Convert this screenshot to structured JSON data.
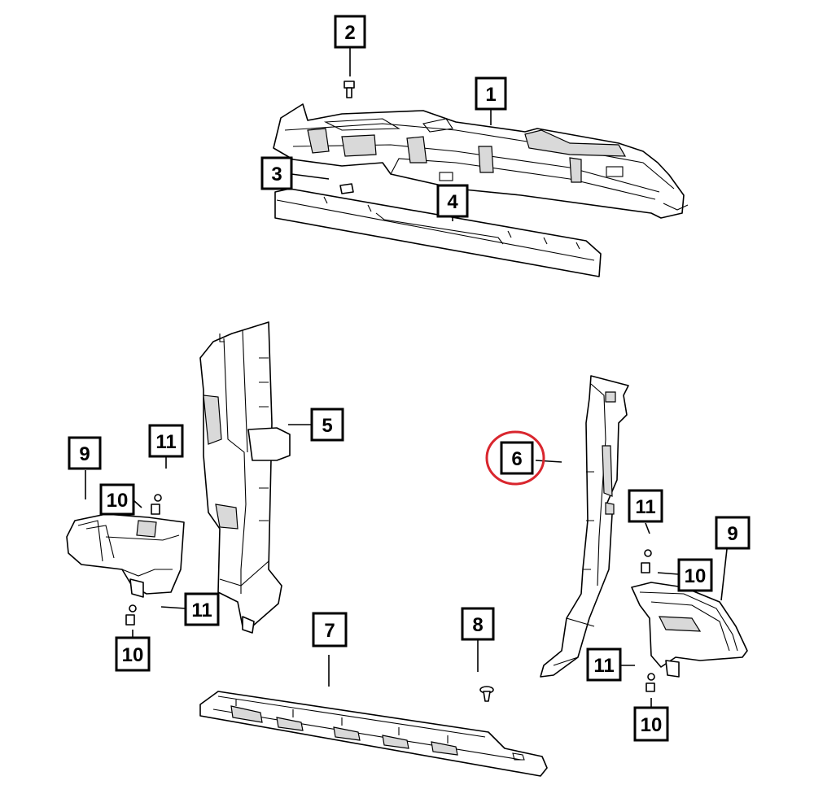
{
  "highlight_color": "#d9262e",
  "callouts": [
    {
      "id": "c2",
      "label": "2"
    },
    {
      "id": "c1",
      "label": "1"
    },
    {
      "id": "c3",
      "label": "3"
    },
    {
      "id": "c4",
      "label": "4"
    },
    {
      "id": "c5",
      "label": "5"
    },
    {
      "id": "c6",
      "label": "6",
      "highlighted": true
    },
    {
      "id": "c9l",
      "label": "9"
    },
    {
      "id": "c11a",
      "label": "11"
    },
    {
      "id": "c10a",
      "label": "10"
    },
    {
      "id": "c11b",
      "label": "11"
    },
    {
      "id": "c10b",
      "label": "10"
    },
    {
      "id": "c11c",
      "label": "11"
    },
    {
      "id": "c9r",
      "label": "9"
    },
    {
      "id": "c10c",
      "label": "10"
    },
    {
      "id": "c7",
      "label": "7"
    },
    {
      "id": "c8",
      "label": "8"
    },
    {
      "id": "c11d",
      "label": "11"
    },
    {
      "id": "c10d",
      "label": "10"
    }
  ]
}
